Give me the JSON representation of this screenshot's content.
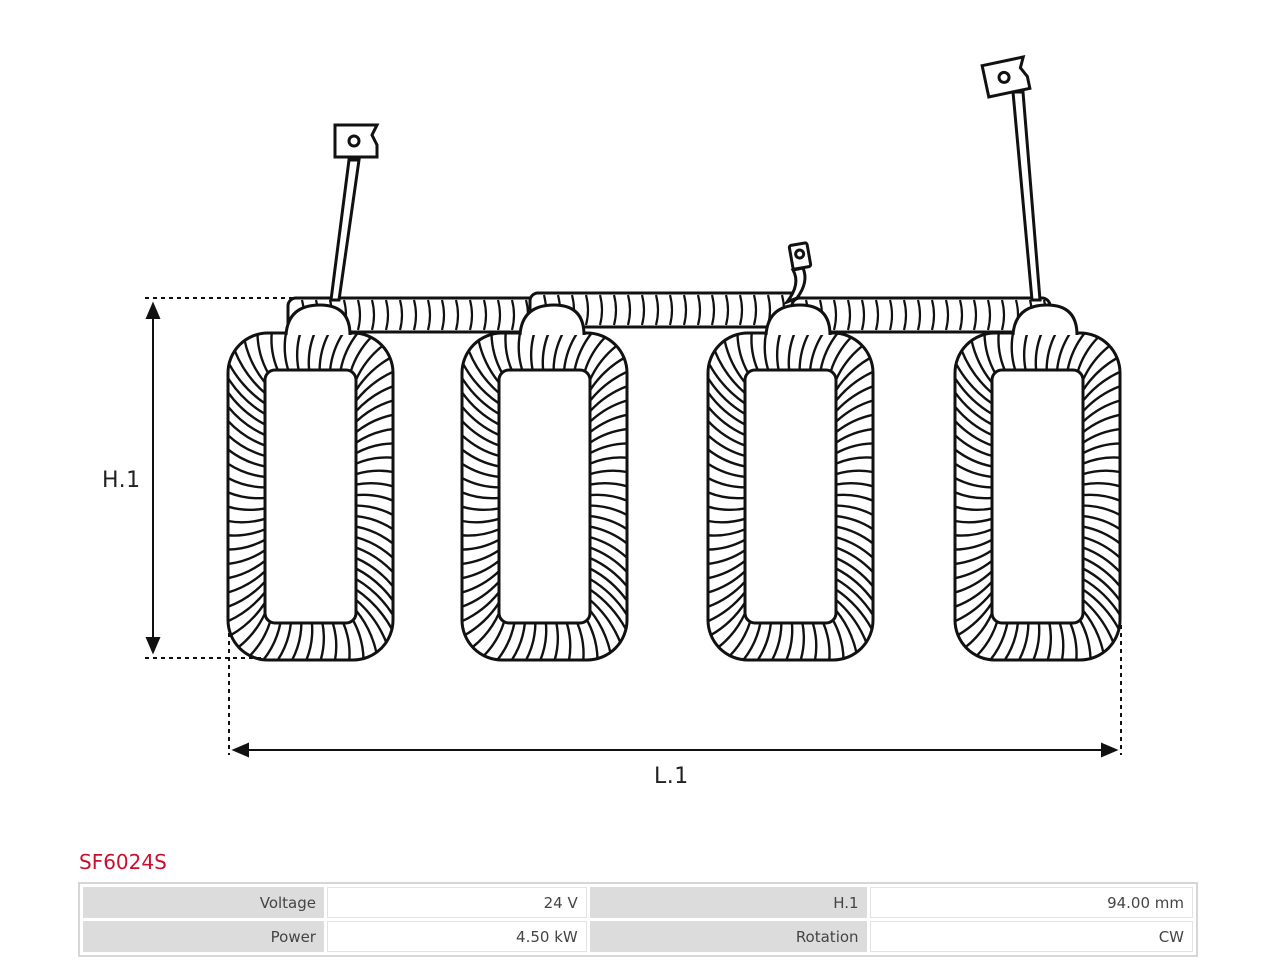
{
  "diagram": {
    "dimension_labels": {
      "height": "H.1",
      "length": "L.1"
    },
    "coil_count": 4,
    "terminal_icon": "ring-lug-terminal"
  },
  "product": {
    "part_number": "SF6024S"
  },
  "specs": [
    {
      "key": "Voltage",
      "value": "24 V"
    },
    {
      "key": "H.1",
      "value": "94.00 mm"
    },
    {
      "key": "Power",
      "value": "4.50 kW"
    },
    {
      "key": "Rotation",
      "value": "CW"
    }
  ],
  "colors": {
    "part_number": "#c8102e",
    "line": "#111111",
    "table_key_bg": "#dcdcdc"
  }
}
